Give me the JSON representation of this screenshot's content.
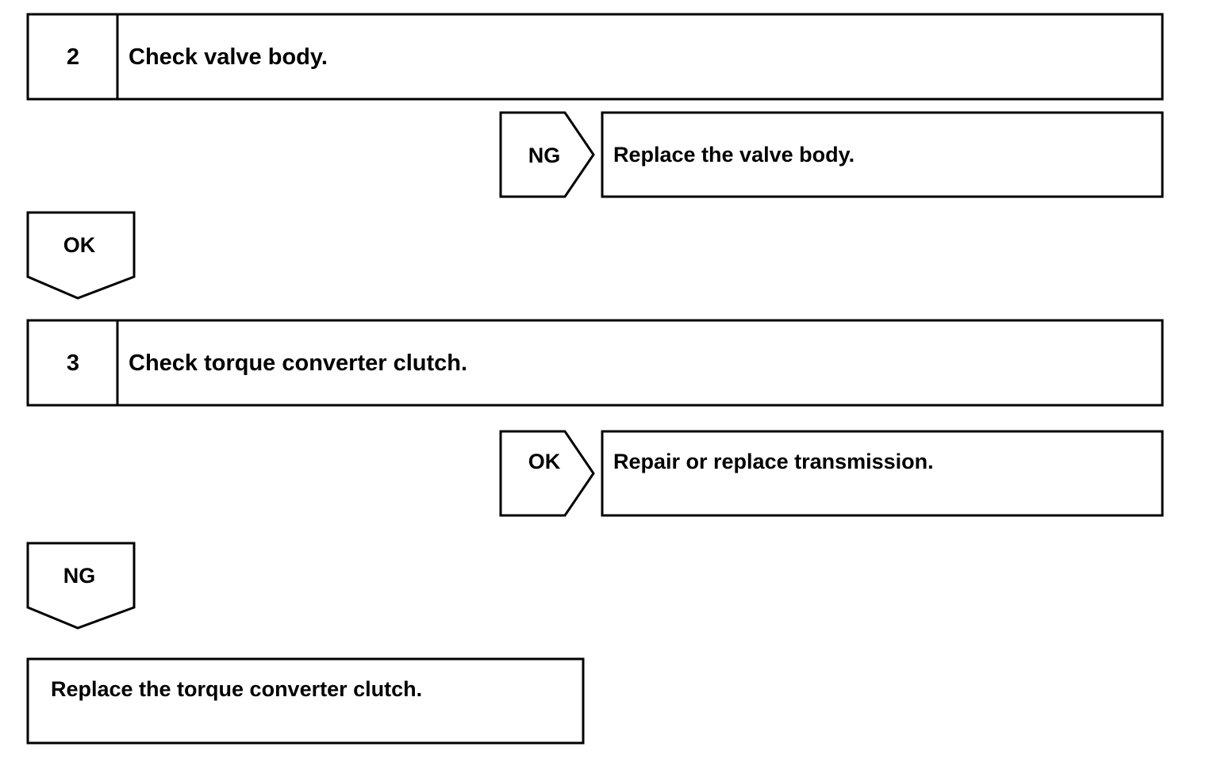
{
  "steps": [
    {
      "number": "2",
      "title": "Check valve body."
    },
    {
      "number": "3",
      "title": "Check torque converter clutch."
    }
  ],
  "branches": [
    {
      "tag": "NG",
      "action": "Replace the valve body."
    },
    {
      "tag": "OK",
      "action": "Repair or replace transmission."
    }
  ],
  "flow_tags": [
    "OK",
    "NG"
  ],
  "final_action": "Replace the torque converter clutch."
}
